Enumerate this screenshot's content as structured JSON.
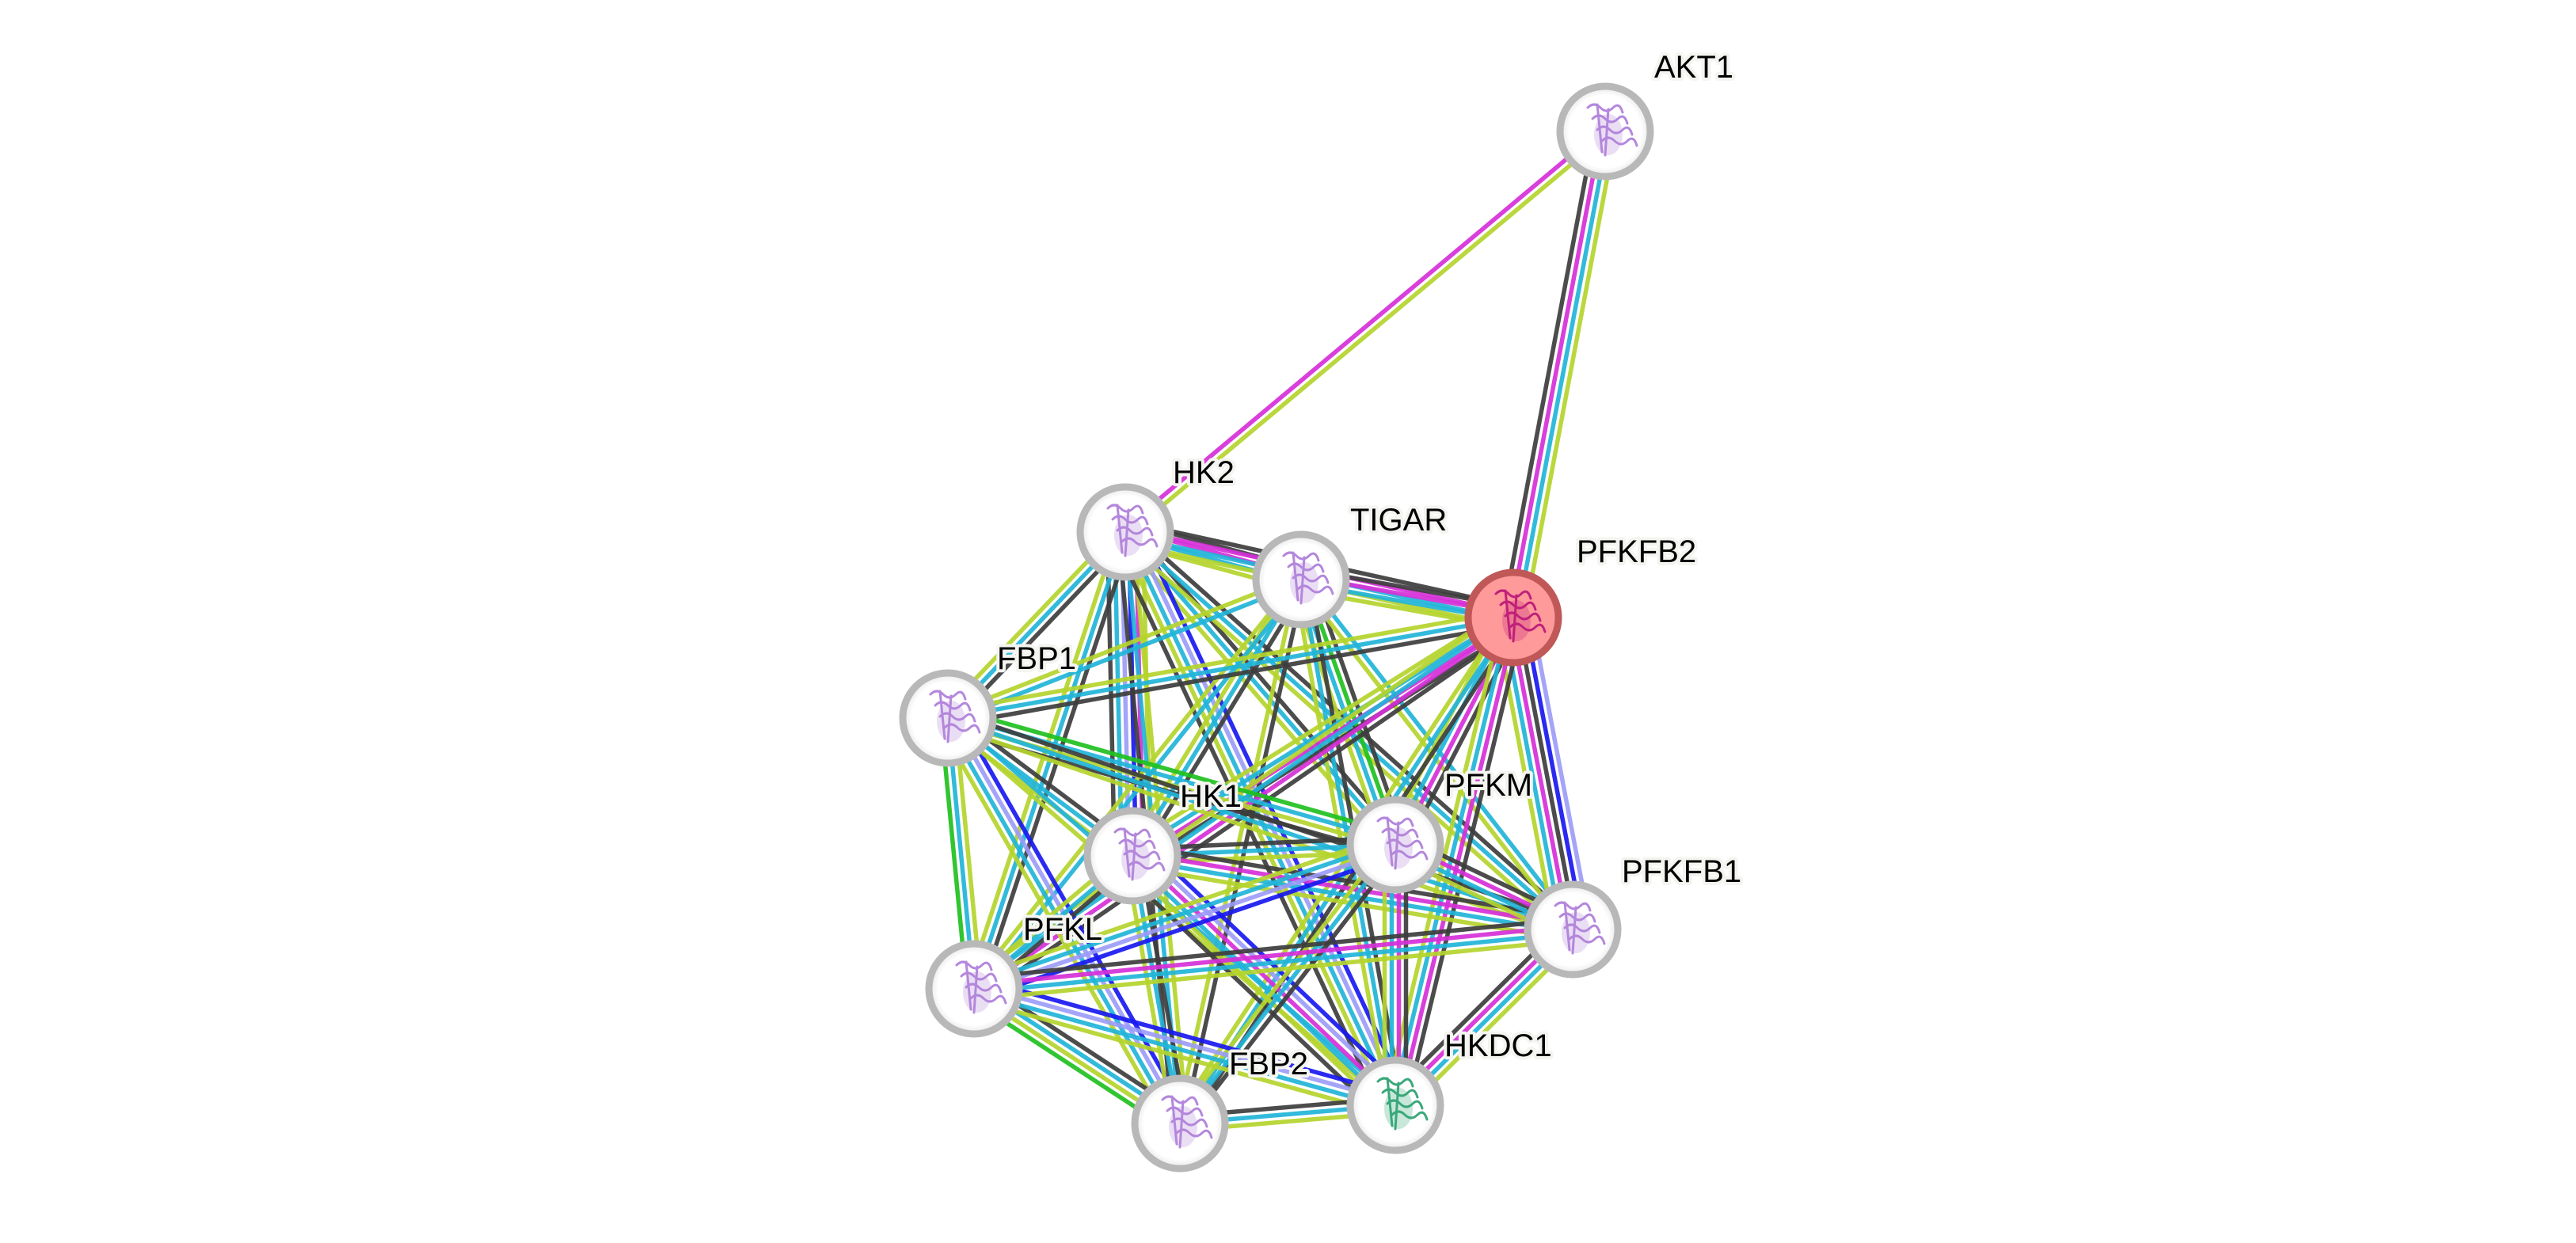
{
  "title": "STRING protein interaction network",
  "query_protein": "PFKFB2",
  "edge_colors": {
    "textmining": "#b4d42c",
    "coexpression": "#3d3d3d",
    "database": "#21b4d8",
    "experiments": "#d62fd8",
    "homology": "#9a9af8",
    "cooccurrence": "#1818f0",
    "neighborhood": "#20c020"
  },
  "node_style": {
    "default_fill": "#ffffff",
    "default_ring": "#b8b8b8",
    "query_fill": "#ff9a9a",
    "query_ring": "#c05858"
  },
  "nodes": [
    {
      "id": "AKT1",
      "label": "AKT1",
      "query": false
    },
    {
      "id": "HK2",
      "label": "HK2",
      "query": false
    },
    {
      "id": "TIGAR",
      "label": "TIGAR",
      "query": false
    },
    {
      "id": "PFKFB2",
      "label": "PFKFB2",
      "query": true
    },
    {
      "id": "FBP1",
      "label": "FBP1",
      "query": false
    },
    {
      "id": "HK1",
      "label": "HK1",
      "query": false
    },
    {
      "id": "PFKM",
      "label": "PFKM",
      "query": false
    },
    {
      "id": "PFKFB1",
      "label": "PFKFB1",
      "query": false
    },
    {
      "id": "PFKL",
      "label": "PFKL",
      "query": false
    },
    {
      "id": "FBP2",
      "label": "FBP2",
      "query": false
    },
    {
      "id": "HKDC1",
      "label": "HKDC1",
      "query": false
    }
  ],
  "edges": [
    {
      "a": "AKT1",
      "b": "HK2",
      "types": [
        "textmining",
        "experiments"
      ]
    },
    {
      "a": "AKT1",
      "b": "PFKFB2",
      "types": [
        "textmining",
        "database",
        "experiments",
        "coexpression"
      ]
    },
    {
      "a": "HK2",
      "b": "TIGAR",
      "types": [
        "coexpression",
        "experiments",
        "database",
        "textmining"
      ]
    },
    {
      "a": "HK2",
      "b": "PFKFB2",
      "types": [
        "coexpression",
        "experiments",
        "database",
        "textmining"
      ]
    },
    {
      "a": "HK2",
      "b": "FBP1",
      "types": [
        "coexpression",
        "database",
        "textmining"
      ]
    },
    {
      "a": "HK2",
      "b": "HK1",
      "types": [
        "textmining",
        "experiments",
        "cooccurrence",
        "homology",
        "database",
        "coexpression"
      ]
    },
    {
      "a": "HK2",
      "b": "PFKM",
      "types": [
        "coexpression",
        "database",
        "textmining"
      ]
    },
    {
      "a": "HK2",
      "b": "PFKL",
      "types": [
        "coexpression",
        "database",
        "textmining"
      ]
    },
    {
      "a": "HK2",
      "b": "FBP2",
      "types": [
        "textmining",
        "database",
        "coexpression"
      ]
    },
    {
      "a": "HK2",
      "b": "HKDC1",
      "types": [
        "cooccurrence",
        "homology",
        "database",
        "textmining",
        "coexpression"
      ]
    },
    {
      "a": "HK2",
      "b": "PFKFB1",
      "types": [
        "coexpression",
        "database",
        "textmining"
      ]
    },
    {
      "a": "TIGAR",
      "b": "PFKFB2",
      "types": [
        "coexpression",
        "experiments",
        "database",
        "textmining"
      ]
    },
    {
      "a": "TIGAR",
      "b": "FBP1",
      "types": [
        "database",
        "textmining"
      ]
    },
    {
      "a": "TIGAR",
      "b": "HK1",
      "types": [
        "coexpression",
        "database",
        "textmining"
      ]
    },
    {
      "a": "TIGAR",
      "b": "PFKM",
      "types": [
        "coexpression",
        "neighborhood",
        "database",
        "textmining"
      ]
    },
    {
      "a": "TIGAR",
      "b": "PFKL",
      "types": [
        "database",
        "textmining"
      ]
    },
    {
      "a": "TIGAR",
      "b": "FBP2",
      "types": [
        "coexpression",
        "textmining"
      ]
    },
    {
      "a": "TIGAR",
      "b": "HKDC1",
      "types": [
        "coexpression",
        "database",
        "textmining"
      ]
    },
    {
      "a": "TIGAR",
      "b": "PFKFB1",
      "types": [
        "database",
        "textmining"
      ]
    },
    {
      "a": "PFKFB2",
      "b": "FBP1",
      "types": [
        "coexpression",
        "database",
        "textmining"
      ]
    },
    {
      "a": "PFKFB2",
      "b": "HK1",
      "types": [
        "coexpression",
        "experiments",
        "database",
        "textmining"
      ]
    },
    {
      "a": "PFKFB2",
      "b": "PFKM",
      "types": [
        "coexpression",
        "experiments",
        "database",
        "textmining"
      ]
    },
    {
      "a": "PFKFB2",
      "b": "PFKFB1",
      "types": [
        "homology",
        "cooccurrence",
        "coexpression",
        "experiments",
        "database",
        "textmining"
      ]
    },
    {
      "a": "PFKFB2",
      "b": "PFKL",
      "types": [
        "coexpression",
        "experiments",
        "database",
        "textmining"
      ]
    },
    {
      "a": "PFKFB2",
      "b": "FBP2",
      "types": [
        "coexpression",
        "database",
        "textmining"
      ]
    },
    {
      "a": "PFKFB2",
      "b": "HKDC1",
      "types": [
        "coexpression",
        "experiments",
        "database",
        "textmining"
      ]
    },
    {
      "a": "FBP1",
      "b": "HK1",
      "types": [
        "coexpression",
        "database",
        "textmining"
      ]
    },
    {
      "a": "FBP1",
      "b": "PFKM",
      "types": [
        "neighborhood",
        "database",
        "textmining",
        "coexpression"
      ]
    },
    {
      "a": "FBP1",
      "b": "PFKL",
      "types": [
        "textmining",
        "database",
        "neighborhood"
      ]
    },
    {
      "a": "FBP1",
      "b": "FBP2",
      "types": [
        "cooccurrence",
        "homology",
        "database",
        "textmining"
      ]
    },
    {
      "a": "FBP1",
      "b": "HKDC1",
      "types": [
        "database",
        "textmining"
      ]
    },
    {
      "a": "FBP1",
      "b": "PFKFB1",
      "types": [
        "coexpression",
        "database",
        "textmining"
      ]
    },
    {
      "a": "HK1",
      "b": "PFKM",
      "types": [
        "coexpression",
        "database",
        "textmining"
      ]
    },
    {
      "a": "HK1",
      "b": "PFKL",
      "types": [
        "coexpression",
        "database",
        "textmining"
      ]
    },
    {
      "a": "HK1",
      "b": "FBP2",
      "types": [
        "coexpression",
        "database",
        "textmining"
      ]
    },
    {
      "a": "HK1",
      "b": "HKDC1",
      "types": [
        "cooccurrence",
        "homology",
        "experiments",
        "database",
        "textmining",
        "coexpression"
      ]
    },
    {
      "a": "HK1",
      "b": "PFKFB1",
      "types": [
        "coexpression",
        "experiments",
        "database",
        "textmining"
      ]
    },
    {
      "a": "PFKM",
      "b": "PFKL",
      "types": [
        "cooccurrence",
        "homology",
        "database",
        "textmining"
      ]
    },
    {
      "a": "PFKM",
      "b": "FBP2",
      "types": [
        "coexpression",
        "database",
        "textmining"
      ]
    },
    {
      "a": "PFKM",
      "b": "HKDC1",
      "types": [
        "coexpression",
        "experiments",
        "database",
        "textmining"
      ]
    },
    {
      "a": "PFKM",
      "b": "PFKFB1",
      "types": [
        "coexpression",
        "experiments",
        "database",
        "textmining"
      ]
    },
    {
      "a": "PFKL",
      "b": "FBP2",
      "types": [
        "coexpression",
        "database",
        "textmining",
        "neighborhood"
      ]
    },
    {
      "a": "PFKL",
      "b": "HKDC1",
      "types": [
        "cooccurrence",
        "homology",
        "database",
        "textmining"
      ]
    },
    {
      "a": "PFKL",
      "b": "PFKFB1",
      "types": [
        "coexpression",
        "experiments",
        "database",
        "textmining"
      ]
    },
    {
      "a": "FBP2",
      "b": "HKDC1",
      "types": [
        "coexpression",
        "database",
        "textmining"
      ]
    },
    {
      "a": "HKDC1",
      "b": "PFKFB1",
      "types": [
        "coexpression",
        "experiments",
        "database",
        "textmining"
      ]
    }
  ]
}
